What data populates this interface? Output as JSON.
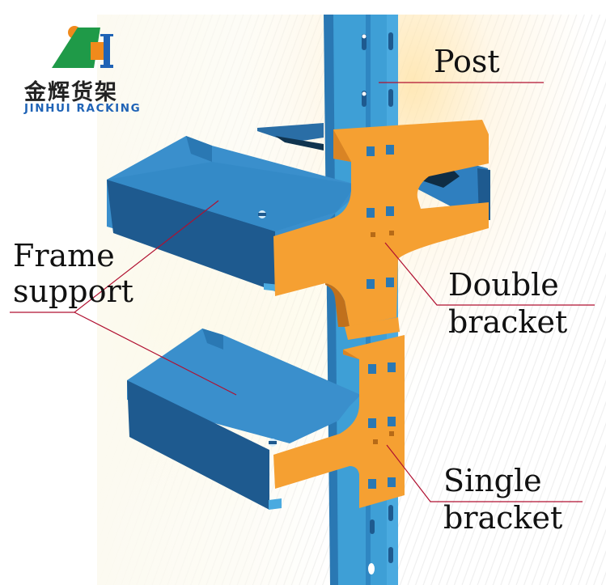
{
  "logo": {
    "chinese_name": "金辉货架",
    "english_name": "JINHUI RACKING",
    "icon": "jh-monogram-logo",
    "colors": {
      "green": "#1f9a48",
      "orange": "#f08a1c",
      "blue": "#1f63b6"
    }
  },
  "labels": {
    "post": "Post",
    "frame_support_line1": "Frame",
    "frame_support_line2": "support",
    "double_bracket_line1": "Double",
    "double_bracket_line2": "bracket",
    "single_bracket_line1": "Single",
    "single_bracket_line2": "bracket"
  },
  "colors": {
    "post_blue": "#3e9fd6",
    "post_blue_dark": "#2a78b3",
    "support_blue": "#2f7fbf",
    "support_blue_dark": "#1e5a8f",
    "bracket_orange": "#f5a032",
    "bracket_orange_dark": "#d98424",
    "callout_line": "#b01030"
  }
}
